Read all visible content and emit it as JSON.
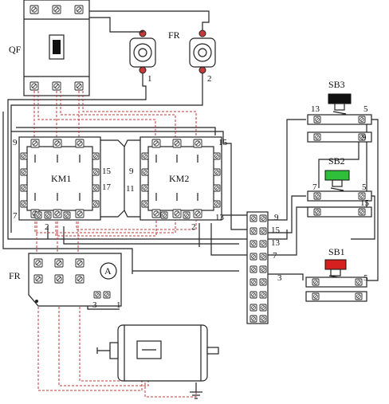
{
  "labels": {
    "qf": "QF",
    "fr_top": "FR",
    "fr_top_1": "1",
    "fr_top_2": "2",
    "sb3": "SB3",
    "sb2": "SB2",
    "sb1": "SB1",
    "km1": "KM1",
    "km2": "KM2",
    "fr_bottom": "FR",
    "ammeter": "A",
    "km1_n9": "9",
    "km1_n7": "7",
    "km1_n15": "15",
    "km1_n17": "17",
    "km2_n9": "9",
    "km2_n11": "11",
    "km2_n15": "15",
    "km2_n13": "13",
    "km_n2a": "2",
    "km_n2b": "2",
    "sb3_n13": "13",
    "sb3_n5": "5",
    "sb3_n9": "9",
    "sb2_n7": "7",
    "sb2_n5": "5",
    "sb2_n15": "15",
    "tb_9": "9",
    "tb_15": "15",
    "tb_13": "13",
    "tb_7": "7",
    "tb_3": "3",
    "sb1_n5": "5",
    "fr_b_3": "3",
    "fr_b_1": "1"
  },
  "colors": {
    "wire": "#222222",
    "wire_red_dashed": "#c23a3a",
    "sb3_cap": "#111111",
    "sb2_cap": "#2fbf3a",
    "sb1_cap": "#d62020"
  },
  "icons": {
    "screw": "screw-terminal-icon",
    "coil": "coil-terminal-icon",
    "ground": "ground-icon"
  }
}
